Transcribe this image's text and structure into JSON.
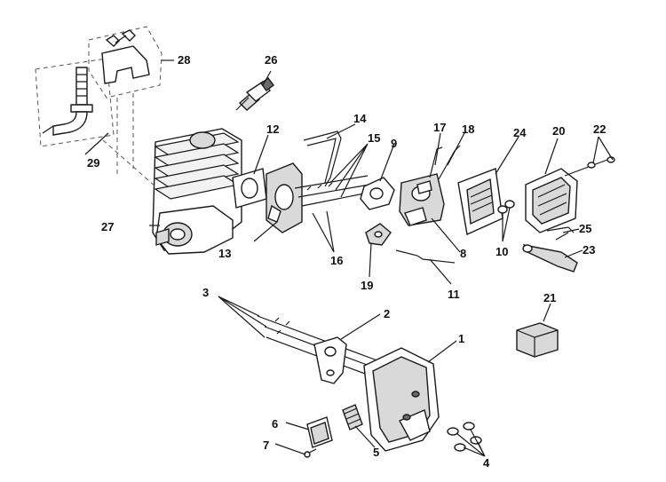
{
  "diagram": {
    "labels": {
      "p1": "1",
      "p2": "2",
      "p3": "3",
      "p4": "4",
      "p5": "5",
      "p6": "6",
      "p7": "7",
      "p8": "8",
      "p9": "9",
      "p10": "10",
      "p11": "11",
      "p12": "12",
      "p13": "13",
      "p14": "14",
      "p15": "15",
      "p16": "16",
      "p17": "17",
      "p18": "18",
      "p19": "19",
      "p20": "20",
      "p21": "21",
      "p22": "22",
      "p23": "23",
      "p24": "24",
      "p25": "25",
      "p26": "26",
      "p27": "27",
      "p28": "28",
      "p29": "29"
    }
  }
}
